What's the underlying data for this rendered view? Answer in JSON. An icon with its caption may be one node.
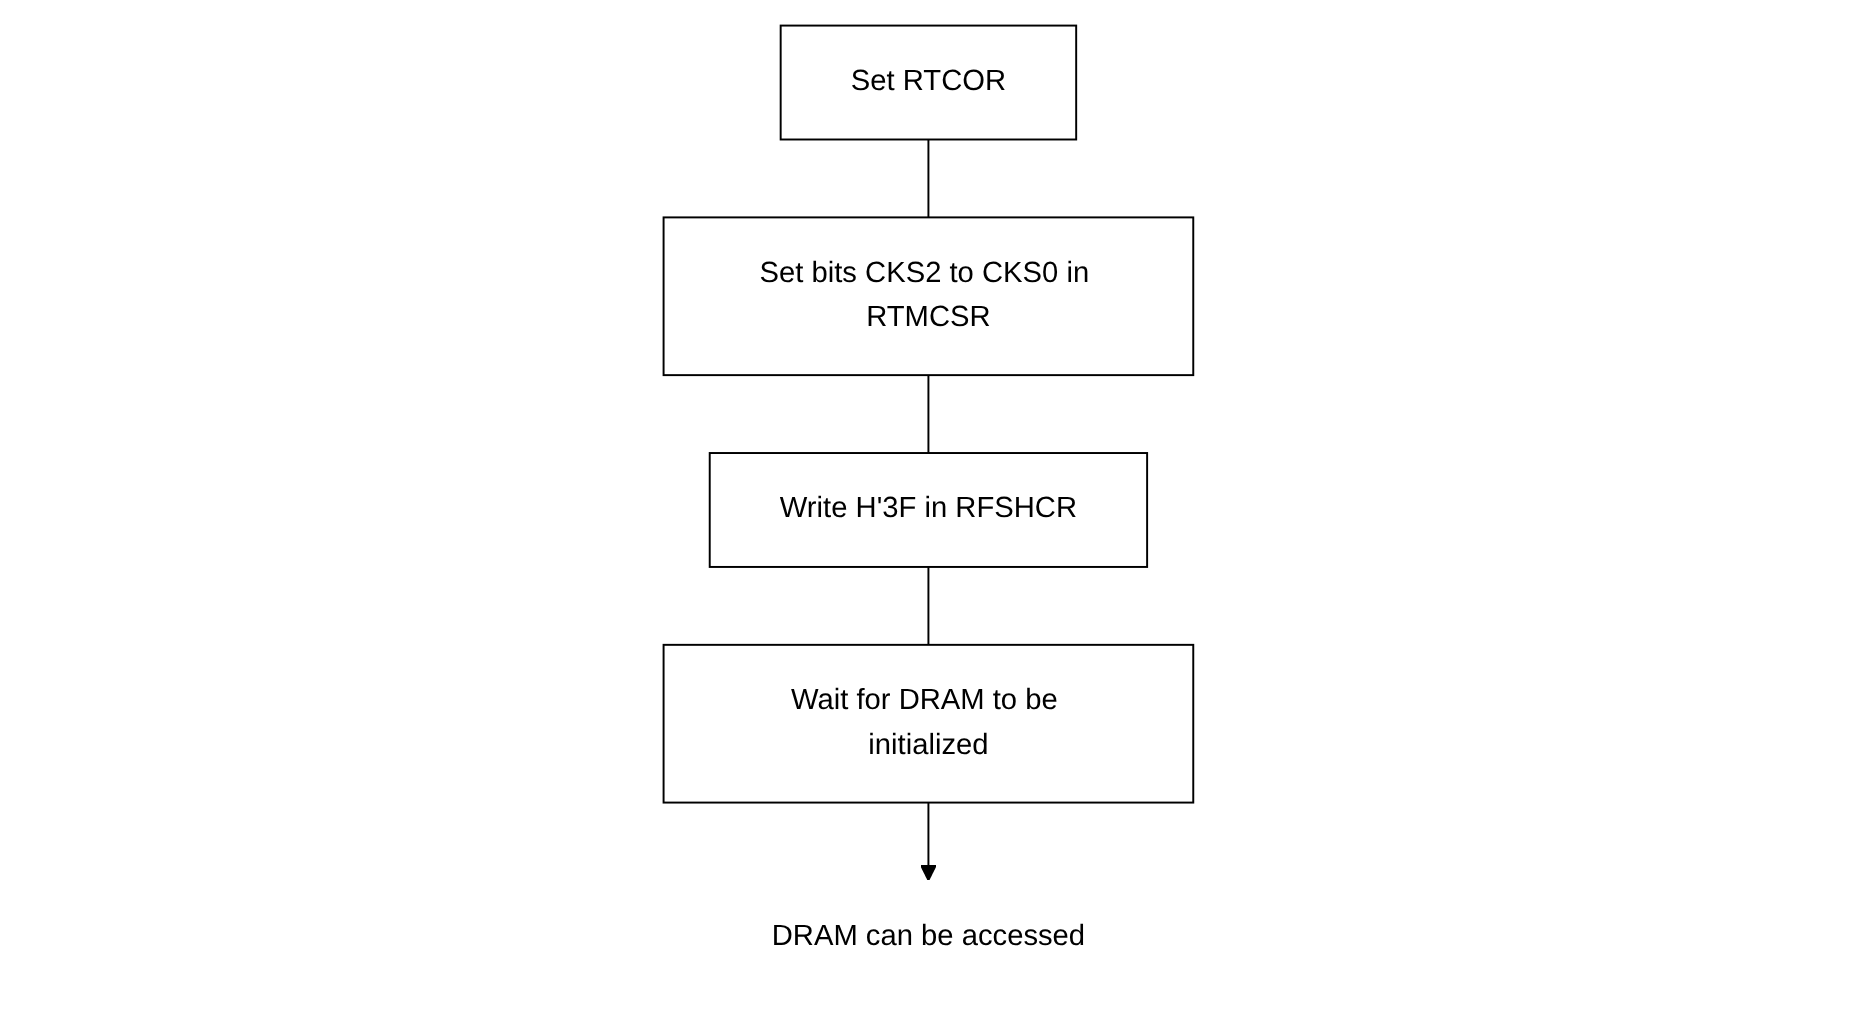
{
  "diagram": {
    "nodes": [
      {
        "text": [
          "Set RTCOR"
        ]
      },
      {
        "text": [
          "Set bits CKS2 to CKS0 in RTMCSR"
        ]
      },
      {
        "text": [
          "Write H'3F in RFSHCR"
        ]
      },
      {
        "text": [
          "Wait for DRAM to be initialized"
        ]
      },
      {
        "text": [
          "DRAM can be accessed"
        ]
      }
    ],
    "edges": [
      {
        "from": 0,
        "to": 1,
        "arrow": "none"
      },
      {
        "from": 1,
        "to": 2,
        "arrow": "none"
      },
      {
        "from": 2,
        "to": 3,
        "arrow": "none"
      },
      {
        "from": 3,
        "to": 4,
        "arrow": "to"
      }
    ]
  }
}
